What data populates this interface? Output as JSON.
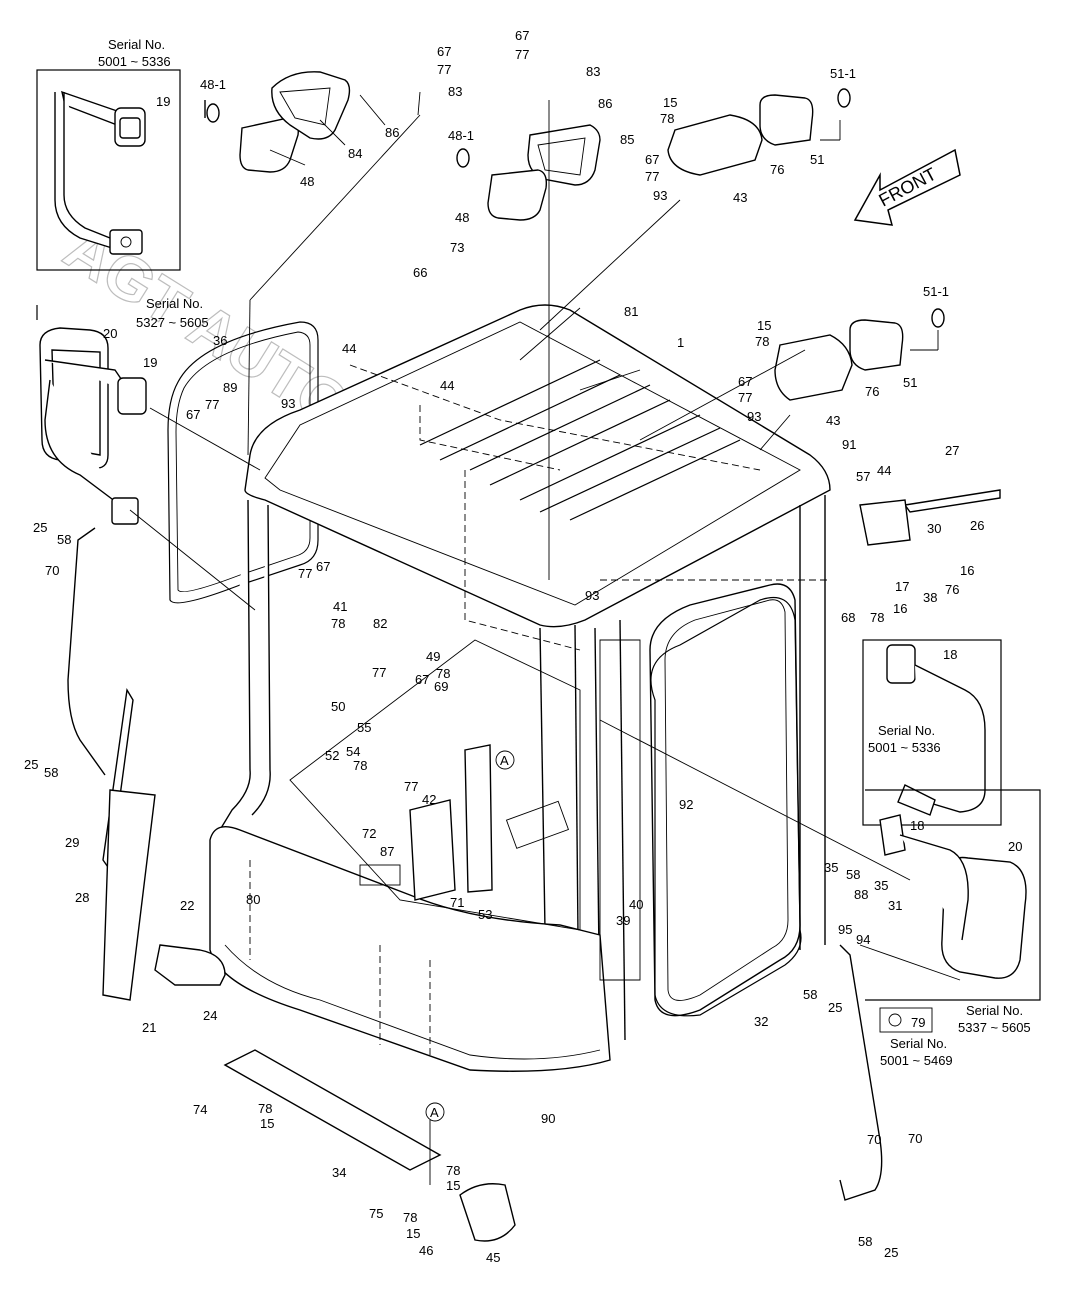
{
  "watermark": "AGT AUTOPARTS",
  "front_label": "FRONT",
  "circle_ref": "A",
  "serials": {
    "s1": [
      "Serial No.",
      "5001 ~ 5336"
    ],
    "s2": [
      "Serial No.",
      "5327 ~ 5605"
    ],
    "s3": [
      "Serial No.",
      "5001 ~ 5336"
    ],
    "s4": [
      "Serial No.",
      "5337 ~ 5605"
    ],
    "s5": [
      "Serial No.",
      "5001 ~ 5469"
    ]
  },
  "part_labels": [
    "48-1",
    "48",
    "84",
    "86",
    "83",
    "67",
    "77",
    "83",
    "86",
    "85",
    "48-1",
    "48",
    "67",
    "77",
    "19",
    "15",
    "78",
    "76",
    "67",
    "77",
    "93",
    "43",
    "51",
    "51-1",
    "73",
    "66",
    "81",
    "1",
    "20",
    "19",
    "36",
    "89",
    "77",
    "93",
    "67",
    "44",
    "44",
    "15",
    "78",
    "76",
    "67",
    "77",
    "93",
    "43",
    "51",
    "51-1",
    "91",
    "27",
    "26",
    "57",
    "44",
    "30",
    "16",
    "38",
    "76",
    "17",
    "16",
    "68",
    "78",
    "25",
    "58",
    "70",
    "77",
    "67",
    "41",
    "78",
    "82",
    "49",
    "78",
    "69",
    "77",
    "67",
    "50",
    "55",
    "52",
    "54",
    "78",
    "42",
    "77",
    "72",
    "87",
    "18",
    "92",
    "93",
    "35",
    "58",
    "88",
    "35",
    "31",
    "18",
    "20",
    "94",
    "95",
    "25",
    "58",
    "70",
    "29",
    "28",
    "80",
    "22",
    "21",
    "24",
    "71",
    "53",
    "39",
    "40",
    "90",
    "32",
    "79",
    "74",
    "78",
    "15",
    "34",
    "78",
    "15",
    "75",
    "78",
    "15",
    "46",
    "45",
    "58",
    "25",
    "70",
    "58",
    "25"
  ]
}
